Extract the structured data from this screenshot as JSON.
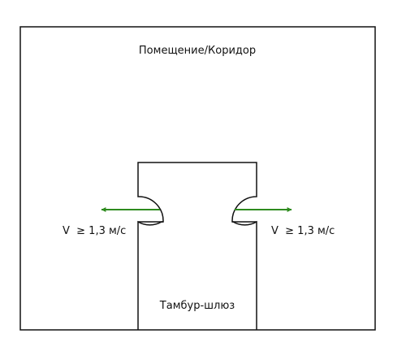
{
  "labels": {
    "room": "Помещение/Коридор",
    "vestibule": "Тамбур-шлюз",
    "velocity_left": "V  ≥ 1,3 м/с",
    "velocity_right": "V  ≥ 1,3 м/с"
  },
  "colors": {
    "line": "#111111",
    "arrow": "#2e8b1e",
    "background": "#ffffff"
  },
  "icons": {
    "airflow_arrow": "arrow-right-icon"
  }
}
